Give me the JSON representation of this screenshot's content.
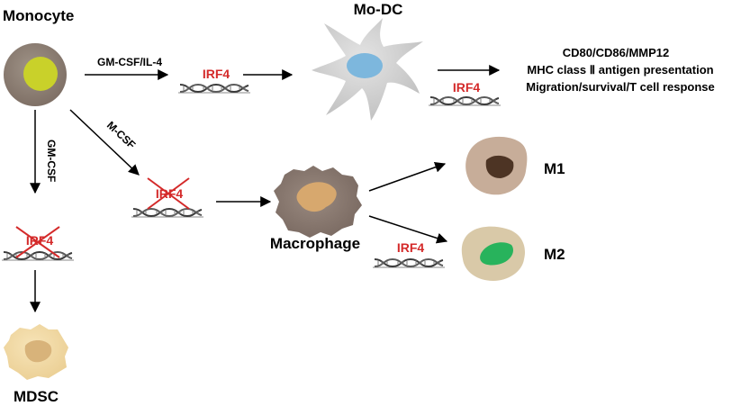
{
  "cells": {
    "monocyte": "Monocyte",
    "mo_dc": "Mo-DC",
    "macrophage": "Macrophage",
    "m1": "M1",
    "m2": "M2",
    "mdsc": "MDSC"
  },
  "stimuli": {
    "gmcsf_il4": "GM-CSF/IL-4",
    "mcsf": "M-CSF",
    "gmcsf": "GM-CSF"
  },
  "gene": {
    "irf4": "IRF4"
  },
  "outcomes": [
    "CD80/CD86/MMP12",
    "MHC class Ⅱ antigen presentation",
    "Migration/survival/T cell response"
  ],
  "colors": {
    "irf4_text": "#d42a2a",
    "knockout_cross": "#d42a2a",
    "monocyte_body": "#8c7d72",
    "monocyte_nucleus": "#c9d12a",
    "modc_body": "#d3d3d3",
    "modc_nucleus": "#7db7dd",
    "macrophage_body": "#8a7b72",
    "macrophage_nucleus": "#d7a86e",
    "m1_body": "#c7ad99",
    "m1_nucleus": "#4d3424",
    "m2_body": "#d9c9a8",
    "m2_nucleus": "#28b35c",
    "mdsc_body": "#f2d9a6",
    "mdsc_nucleus": "#d8b37a"
  }
}
